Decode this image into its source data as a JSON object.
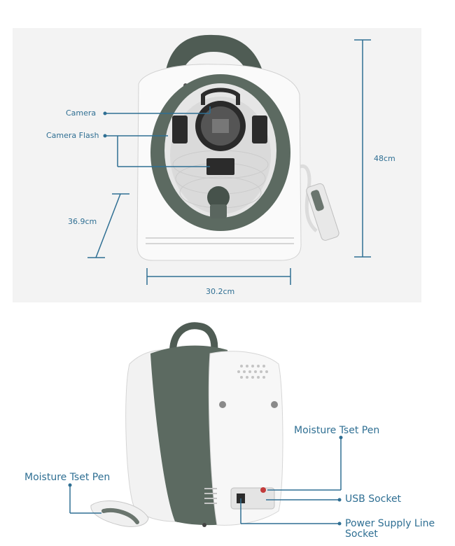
{
  "top_view": {
    "labels": {
      "camera": "Camera",
      "camera_flash": "Camera Flash",
      "height": "48cm",
      "depth": "36.9cm",
      "width": "30.2cm"
    }
  },
  "bottom_view": {
    "labels": {
      "moisture_pen_right": "Moisture Tset Pen",
      "moisture_pen_left": "Moisture Tset Pen",
      "usb_socket": "USB Socket",
      "power_line_1": "Power Supply Line",
      "power_line_2": "Socket"
    }
  },
  "colors": {
    "accent": "#2f6f93",
    "shell_dark": "#5d6b62",
    "shell_white": "#f7f7f7"
  }
}
